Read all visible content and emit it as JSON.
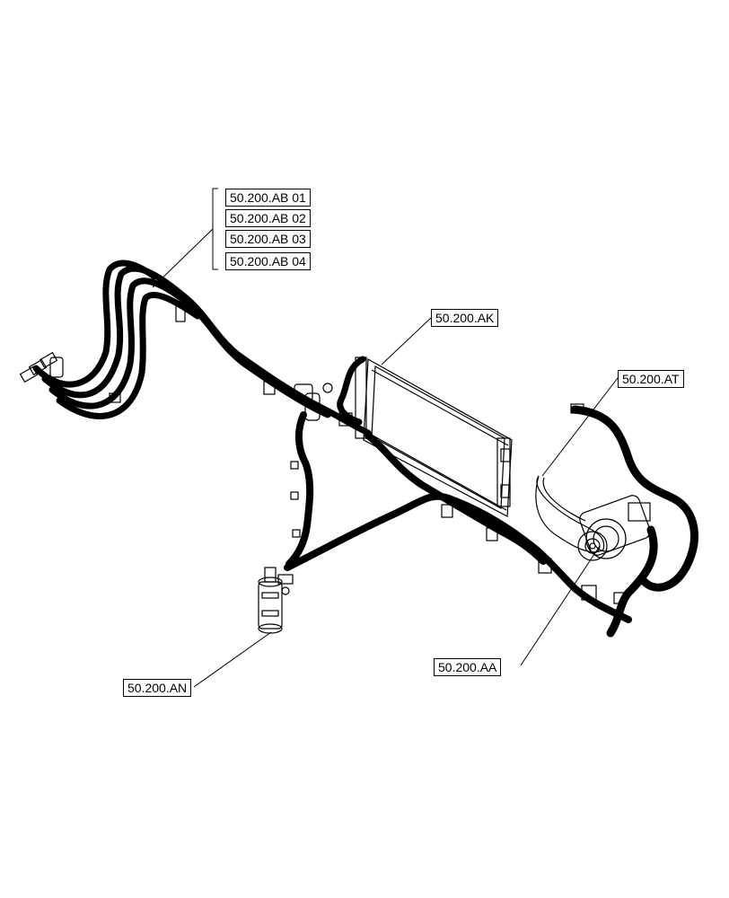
{
  "callouts": {
    "ab_group": [
      "50.200.AB 01",
      "50.200.AB 02",
      "50.200.AB 03",
      "50.200.AB 04"
    ],
    "ak": "50.200.AK",
    "at": "50.200.AT",
    "an": "50.200.AN",
    "aa": "50.200.AA"
  }
}
